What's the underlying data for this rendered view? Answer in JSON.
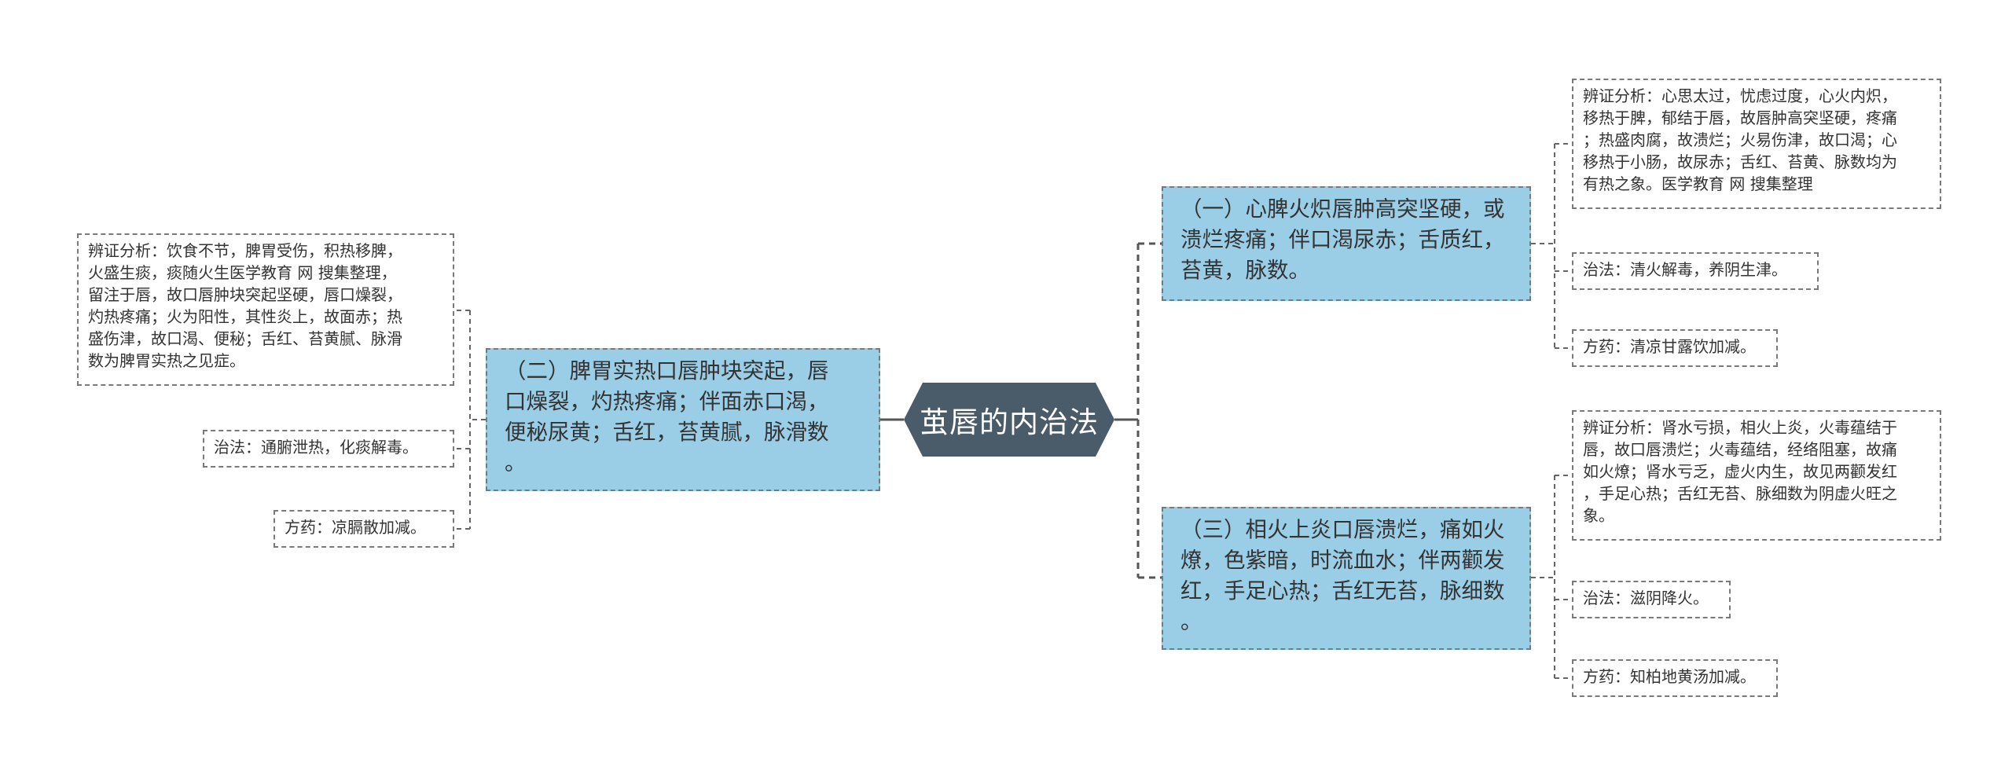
{
  "root": {
    "label": "茧唇的内治法"
  },
  "branches": [
    {
      "label_lines": [
        "（一）心脾火炽唇肿高突坚硬，或",
        "溃烂疼痛；伴口渴尿赤；舌质红，",
        "苔黄，脉数。"
      ],
      "leaves": [
        {
          "lines": [
            "辨证分析：心思太过，忧虑过度，心火内炽，",
            "移热于脾，郁结于唇，故唇肿高突坚硬，疼痛",
            "；热盛肉腐，故溃烂；火易伤津，故口渴；心",
            "移热于小肠，故尿赤；舌红、苔黄、脉数均为",
            "有热之象。医学教育 网 搜集整理"
          ]
        },
        {
          "lines": [
            "治法：清火解毒，养阴生津。"
          ]
        },
        {
          "lines": [
            "方药：清凉甘露饮加减。"
          ]
        }
      ]
    },
    {
      "label_lines": [
        "（二）脾胃实热口唇肿块突起，唇",
        "口燥裂，灼热疼痛；伴面赤口渴，",
        "便秘尿黄；舌红，苔黄腻，脉滑数",
        "。"
      ],
      "leaves": [
        {
          "lines": [
            "辨证分析：饮食不节，脾胃受伤，积热移脾，",
            "火盛生痰，痰随火生医学教育 网 搜集整理，",
            "留注于唇，故口唇肿块突起坚硬，唇口燥裂，",
            "灼热疼痛；火为阳性，其性炎上，故面赤；热",
            "盛伤津，故口渴、便秘；舌红、苔黄腻、脉滑",
            "数为脾胃实热之见症。"
          ]
        },
        {
          "lines": [
            "治法：通腑泄热，化痰解毒。"
          ]
        },
        {
          "lines": [
            "方药：凉膈散加减。"
          ]
        }
      ]
    },
    {
      "label_lines": [
        "（三）相火上炎口唇溃烂，痛如火",
        "燎，色紫暗，时流血水；伴两颧发",
        "红，手足心热；舌红无苔，脉细数",
        "。"
      ],
      "leaves": [
        {
          "lines": [
            "辨证分析：肾水亏损，相火上炎，火毒蕴结于",
            "唇，故口唇溃烂；火毒蕴结，经络阻塞，故痛",
            "如火燎；肾水亏乏，虚火内生，故见两颧发红",
            "，手足心热；舌红无苔、脉细数为阴虚火旺之",
            "象。"
          ]
        },
        {
          "lines": [
            "治法：滋阴降火。"
          ]
        },
        {
          "lines": [
            "方药：知柏地黄汤加减。"
          ]
        }
      ]
    }
  ],
  "colors": {
    "root_fill": "#4a5b69",
    "branch_fill": "#9acde6",
    "connector": "#555555"
  }
}
